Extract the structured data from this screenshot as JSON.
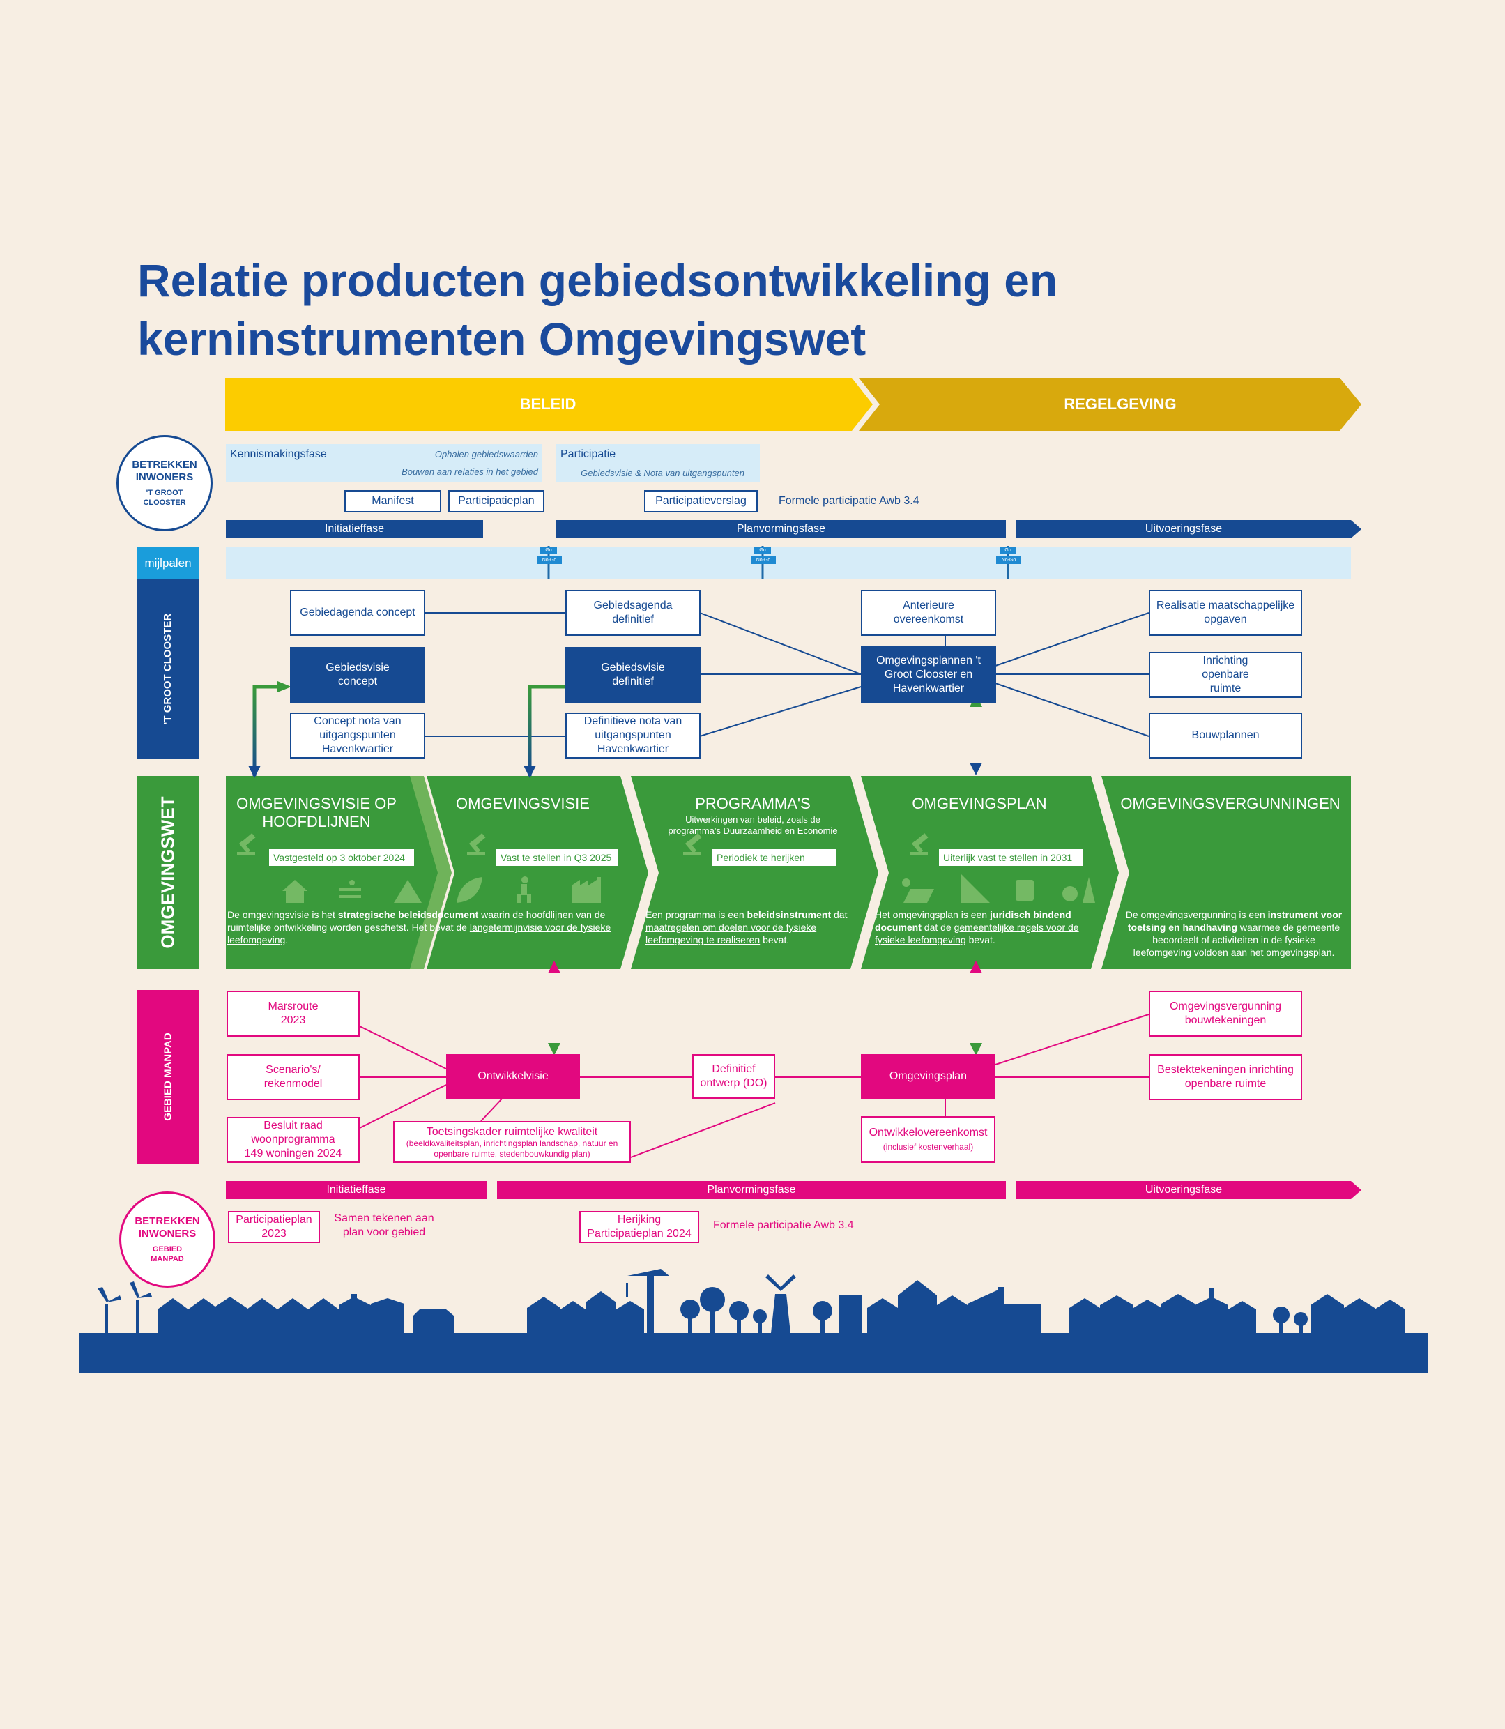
{
  "title_line1": "Relatie producten gebiedsontwikkeling en",
  "title_line2": "kerninstrumenten Omgevingswet",
  "top_arrows": {
    "beleid": "BELEID",
    "regelgeving": "REGELGEVING"
  },
  "colors": {
    "navy": "#164a92",
    "green": "#3a9a3b",
    "magenta": "#e2087f",
    "yellow": "#fccc00",
    "gold": "#d8a90d",
    "cream": "#f7eee3",
    "lightblue": "#d6ecf8"
  },
  "inwoners_top": {
    "line1": "BETREKKEN",
    "line2": "INWONERS",
    "line3": "'T GROOT",
    "line4": "CLOOSTER"
  },
  "kennismaking": {
    "label": "Kennismakingsfase",
    "note1": "Ophalen gebiedswaarden",
    "note2": "Bouwen aan relaties in het gebied"
  },
  "participatie": {
    "label": "Participatie",
    "note": "Gebiedsvisie & Nota van uitgangspunten"
  },
  "top_docs": {
    "manifest": "Manifest",
    "participatieplan": "Participatieplan",
    "participatieverslag": "Participatieverslag",
    "formele": "Formele participatie Awb 3.4"
  },
  "phases": {
    "initiatief": "Initiatieffase",
    "planvorming": "Planvormingsfase",
    "uitvoering": "Uitvoeringsfase"
  },
  "mijlpalen": "mijlpalen",
  "go_nogo": {
    "go": "Go",
    "nogo": "No-Go"
  },
  "groot_clooster_label": "'T GROOT CLOOSTER",
  "gc_boxes": {
    "gebiedagenda_concept": "Gebiedagenda concept",
    "gebiedsvisie_concept": "Gebiedsvisie concept",
    "concept_nota": "Concept nota van uitgangspunten Havenkwartier",
    "gebiedsagenda_definitief": "Gebiedsagenda definitief",
    "gebiedsvisie_definitief": "Gebiedsvisie definitief",
    "definitieve_nota": "Definitieve nota van uitgangspunten Havenkwartier",
    "anterieure": "Anterieure overeenkomst",
    "omgevingsplannen": "Omgevingsplannen 't Groot Clooster en Havenkwartier",
    "realisatie": "Realisatie maatschappelijke opgaven",
    "inrichting": "Inrichting openbare ruimte",
    "bouwplannen": "Bouwplannen"
  },
  "omgevingswet_label": "OMGEVINGSWET",
  "ow": {
    "visie_hl_title1": "OMGEVINGSVISIE OP",
    "visie_hl_title2": "HOOFDLIJNEN",
    "visie_hl_status": "Vastgesteld op 3 oktober 2024",
    "visie_title": "OMGEVINGSVISIE",
    "visie_status": "Vast te stellen in Q3 2025",
    "visie_desc1": "De omgevingsvisie is het ",
    "visie_desc_b": "strategische beleidsdocument",
    "visie_desc2": " waarin de hoofdlijnen van de ruimtelijke ontwikkeling worden geschetst. Het bevat de ",
    "visie_desc_u": "langetermijnvisie voor de fysieke leefomgeving",
    "visie_desc3": ".",
    "prog_title": "PROGRAMMA'S",
    "prog_sub1": "Uitwerkingen van beleid, zoals de",
    "prog_sub2": "programma's Duurzaamheid en Economie",
    "prog_status": "Periodiek te herijken",
    "prog_desc1": "Een programma is een ",
    "prog_desc_b": "beleidsinstrument",
    "prog_desc2": " dat ",
    "prog_desc_u": "maatregelen om doelen voor de fysieke leefomgeving te realiseren",
    "prog_desc3": " bevat.",
    "plan_title": "OMGEVINGSPLAN",
    "plan_status": "Uiterlijk vast te stellen in 2031",
    "plan_desc1": "Het omgevingsplan is een ",
    "plan_desc_b": "juridisch bindend document",
    "plan_desc2": " dat de ",
    "plan_desc_u": "gemeentelijke regels voor de fysieke leefomgeving",
    "plan_desc3": " bevat.",
    "verg_title": "OMGEVINGSVERGUNNINGEN",
    "verg_desc1": "De omgevingsvergunning is een ",
    "verg_desc_b": "instrument voor toetsing en handhaving",
    "verg_desc2": " waarmee de gemeente beoordeelt of activiteiten in de fysieke leefomgeving ",
    "verg_desc_u": "voldoen aan het omgevingsplan",
    "verg_desc3": "."
  },
  "manpad_label": "GEBIED MANPAD",
  "mp_boxes": {
    "marsroute": "Marsroute 2023",
    "scenarios": "Scenario's/ rekenmodel",
    "besluit": "Besluit raad woonprogramma 149 woningen 2024",
    "ontwikkelvisie": "Ontwikkelvisie",
    "toetsing_title": "Toetsingskader ruimtelijke kwaliteit",
    "toetsing_sub": "(beeldkwaliteitsplan, inrichtingsplan landschap, natuur en openbare ruimte, stedenbouwkundig plan)",
    "definitief_ontwerp": "Definitief ontwerp (DO)",
    "omgevingsplan": "Omgevingsplan",
    "ontwikkelovereenkomst": "Ontwikkelovereenkomst",
    "ontwikkel_sub": "(inclusief kostenverhaal)",
    "vergunning_bouw": "Omgevingsvergunning bouwtekeningen",
    "bestek": "Bestektekeningen inrichting openbare ruimte"
  },
  "inwoners_bottom": {
    "line1": "BETREKKEN",
    "line2": "INWONERS",
    "line3": "GEBIED",
    "line4": "MANPAD"
  },
  "bottom_docs": {
    "participatieplan": "Participatieplan 2023",
    "samen": "Samen tekenen aan plan voor gebied",
    "herijking": "Herijking Participatieplan 2024",
    "formele": "Formele participatie Awb 3.4"
  }
}
